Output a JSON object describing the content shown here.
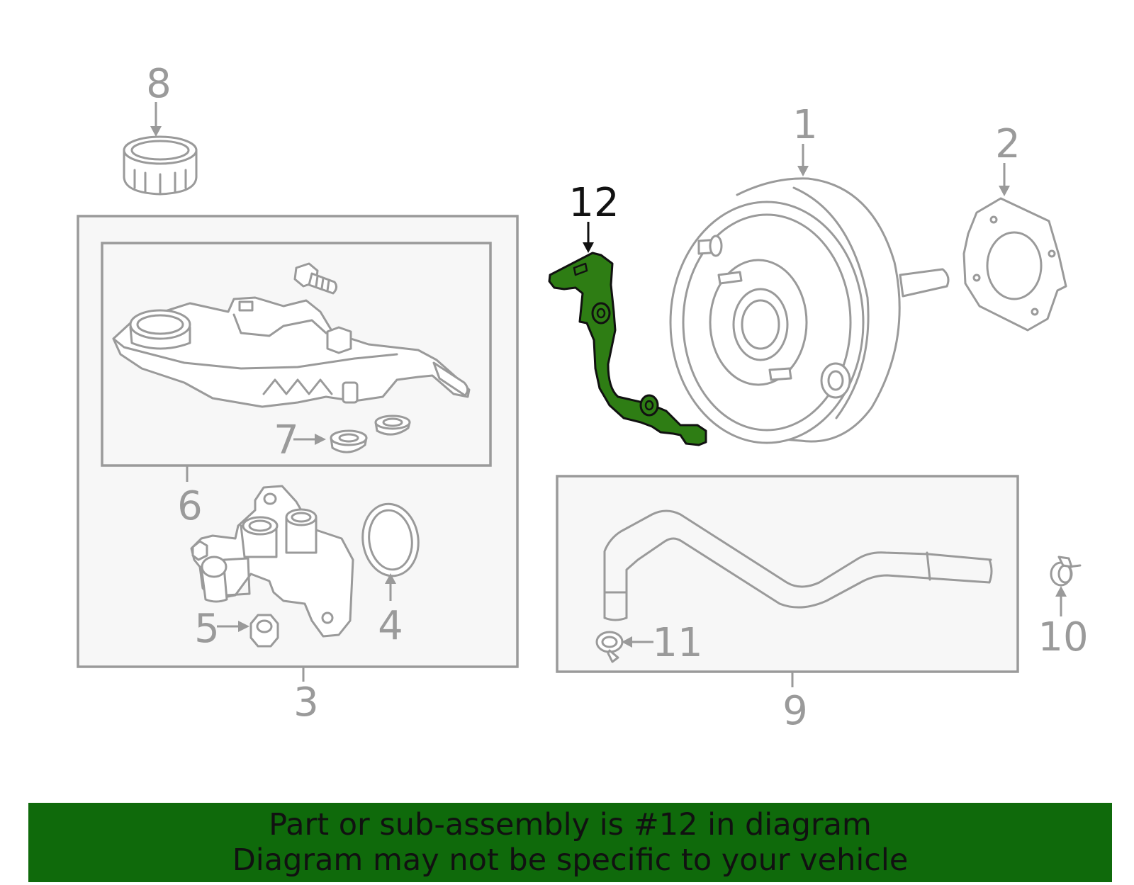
{
  "diagram": {
    "callouts": {
      "c1": "1",
      "c2": "2",
      "c3": "3",
      "c4": "4",
      "c5": "5",
      "c6": "6",
      "c7": "7",
      "c8": "8",
      "c9": "9",
      "c10": "10",
      "c11": "11",
      "c12": "12"
    },
    "highlighted_part": "12",
    "highlight_color": "#2e7d14",
    "line_color": "#9a9a9a"
  },
  "banner": {
    "line1": "Part or sub-assembly is #12 in diagram",
    "line2": "Diagram may not be specific to your vehicle",
    "background": "#0f6a0b"
  }
}
